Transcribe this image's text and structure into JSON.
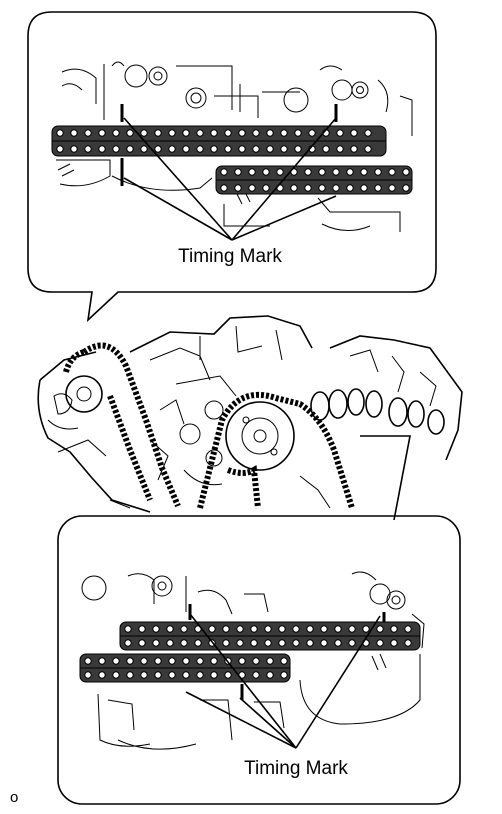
{
  "top_callout": {
    "label": "Timing Mark"
  },
  "bottom_callout": {
    "label": "Timing Mark"
  },
  "figure_marker": "o",
  "colors": {
    "ink": "#000000",
    "chain": "#3a3a3a",
    "background": "#ffffff"
  }
}
